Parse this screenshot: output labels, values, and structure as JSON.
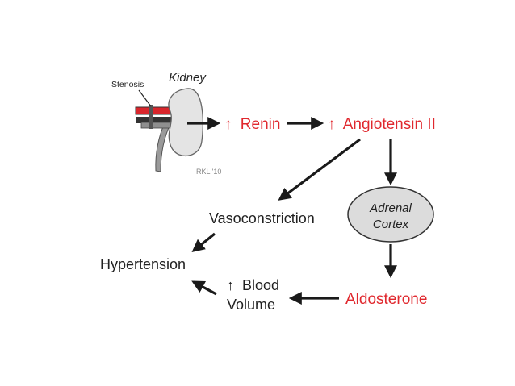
{
  "colors": {
    "accent_red": "#e0282e",
    "text_dark": "#222222",
    "kidney_fill": "#e4e4e4",
    "ellipse_fill": "#dcdcdc",
    "artery_red": "#d9262c"
  },
  "kidney": {
    "title": "Kidney",
    "stenosis_label": "Stenosis",
    "credit": "RKL '10"
  },
  "nodes": {
    "renin": {
      "arrow": "↑",
      "label": "Renin"
    },
    "angiotensin": {
      "arrow": "↑",
      "label": "Angiotensin II"
    },
    "vasoconstriction": {
      "label": "Vasoconstriction"
    },
    "adrenal_cortex": {
      "line1": "Adrenal",
      "line2": "Cortex"
    },
    "hypertension": {
      "label": "Hypertension"
    },
    "blood_volume": {
      "arrow": "↑",
      "line1": "Blood",
      "line2": "Volume"
    },
    "aldosterone": {
      "label": "Aldosterone"
    }
  },
  "icons": {
    "arrowhead": "arrowhead-icon",
    "kidney": "kidney-icon",
    "artery": "artery-icon"
  }
}
